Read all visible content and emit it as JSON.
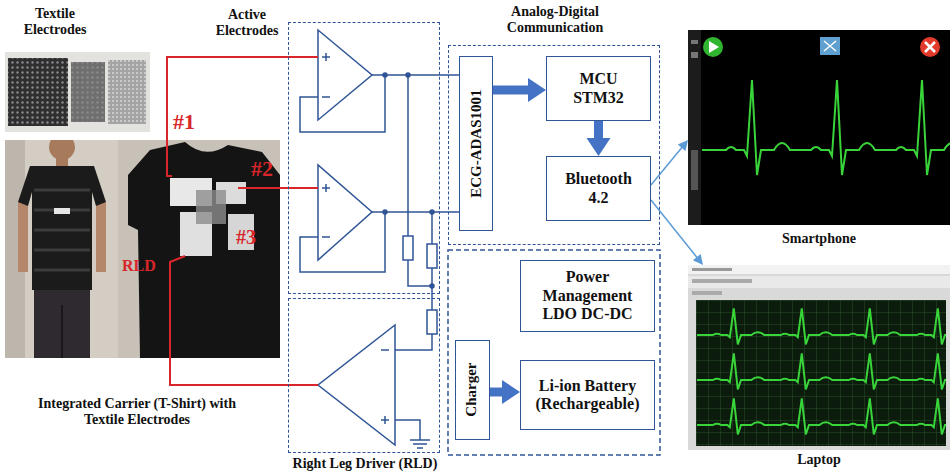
{
  "diagram": {
    "nodes": [
      {
        "text": [
          "Textile Electrodes"
        ]
      },
      {
        "text": [
          "Integrated Carrier (T-Shirt) with Textile Electrodes"
        ]
      },
      {
        "text": [
          "Active Electrodes"
        ]
      },
      {
        "text": [
          "Right Leg Driver (RLD)"
        ]
      },
      {
        "text": [
          "Analog-Digital Communication"
        ]
      },
      {
        "text": [
          "ECG-ADAS1001"
        ],
        "in": 4
      },
      {
        "text": [
          "MCU STM32"
        ],
        "in": 4
      },
      {
        "text": [
          "Bluetooth 4.2"
        ],
        "in": 4
      },
      {
        "text": [
          "Power Management LDO DC-DC"
        ]
      },
      {
        "text": [
          "Charger"
        ]
      },
      {
        "text": [
          "Li-ion Battery (Rechargeable)"
        ]
      },
      {
        "text": [
          "Smartphone"
        ]
      },
      {
        "text": [
          "Laptop"
        ]
      }
    ],
    "edges": [
      {
        "from": 1,
        "to": 2,
        "arrow": "none"
      },
      {
        "from": 1,
        "to": 2,
        "arrow": "none"
      },
      {
        "from": 1,
        "to": 3,
        "arrow": "none"
      },
      {
        "from": 2,
        "to": 5,
        "arrow": "none"
      },
      {
        "from": 2,
        "to": 5,
        "arrow": "none"
      },
      {
        "from": 2,
        "to": 3,
        "arrow": "none"
      },
      {
        "from": 5,
        "to": 6,
        "arrow": "to"
      },
      {
        "from": 6,
        "to": 7,
        "arrow": "to"
      },
      {
        "from": 7,
        "to": 11,
        "arrow": "to"
      },
      {
        "from": 7,
        "to": 12,
        "arrow": "to"
      },
      {
        "from": 9,
        "to": 10,
        "arrow": "to"
      }
    ],
    "labels": [
      "#1",
      "#2",
      "#3",
      "RLD"
    ]
  }
}
